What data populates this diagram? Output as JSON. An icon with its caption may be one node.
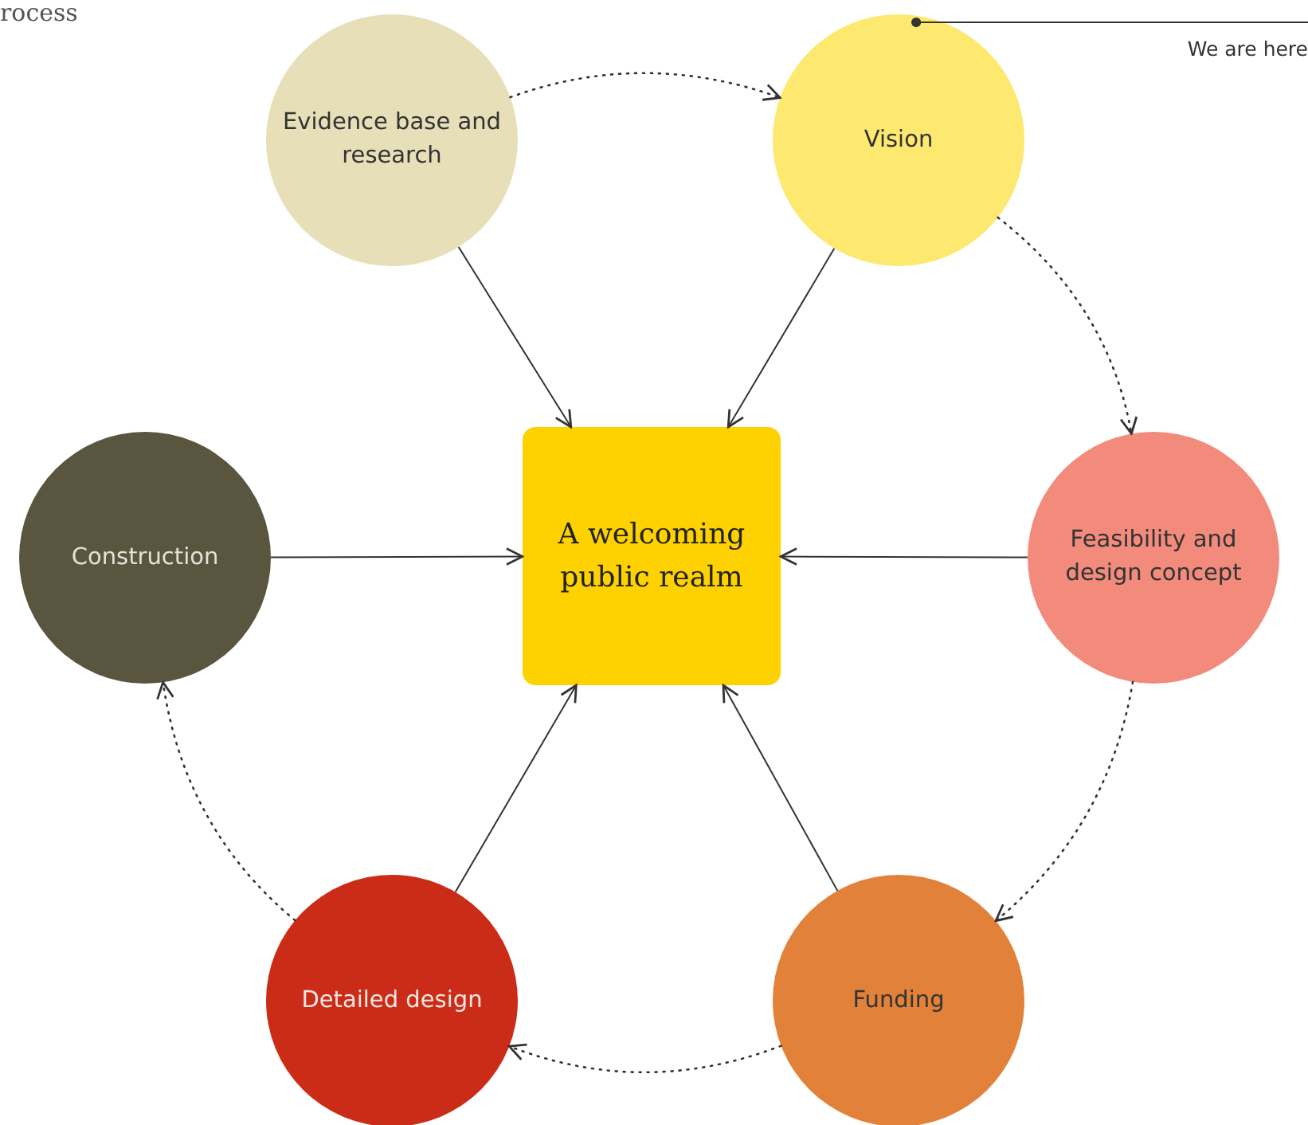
{
  "diagram": {
    "nodes": [
      {
        "text": [
          "Evidence base and research"
        ]
      },
      {
        "text": [
          "Vision"
        ]
      },
      {
        "text": [
          "Feasibility and design concept"
        ]
      },
      {
        "text": [
          "Funding"
        ]
      },
      {
        "text": [
          "Detailed design"
        ]
      },
      {
        "text": [
          "Construction"
        ]
      },
      {
        "text": [
          "A welcoming public realm"
        ]
      },
      {
        "text": [
          "We are here"
        ]
      }
    ],
    "edges": [
      {
        "from": 0,
        "to": 1,
        "arrow": "to",
        "style": "dashed"
      },
      {
        "from": 1,
        "to": 2,
        "arrow": "to",
        "style": "dashed"
      },
      {
        "from": 2,
        "to": 3,
        "arrow": "to",
        "style": "dashed"
      },
      {
        "from": 3,
        "to": 4,
        "arrow": "to",
        "style": "dashed"
      },
      {
        "from": 4,
        "to": 5,
        "arrow": "to",
        "style": "dashed"
      },
      {
        "from": 0,
        "to": 6,
        "arrow": "to"
      },
      {
        "from": 1,
        "to": 6,
        "arrow": "to"
      },
      {
        "from": 2,
        "to": 6,
        "arrow": "to"
      },
      {
        "from": 3,
        "to": 6,
        "arrow": "to"
      },
      {
        "from": 4,
        "to": 6,
        "arrow": "to"
      },
      {
        "from": 5,
        "to": 6,
        "arrow": "to"
      },
      {
        "from": 7,
        "to": 1,
        "arrow": "other"
      }
    ],
    "labels": [
      "rocess"
    ]
  }
}
